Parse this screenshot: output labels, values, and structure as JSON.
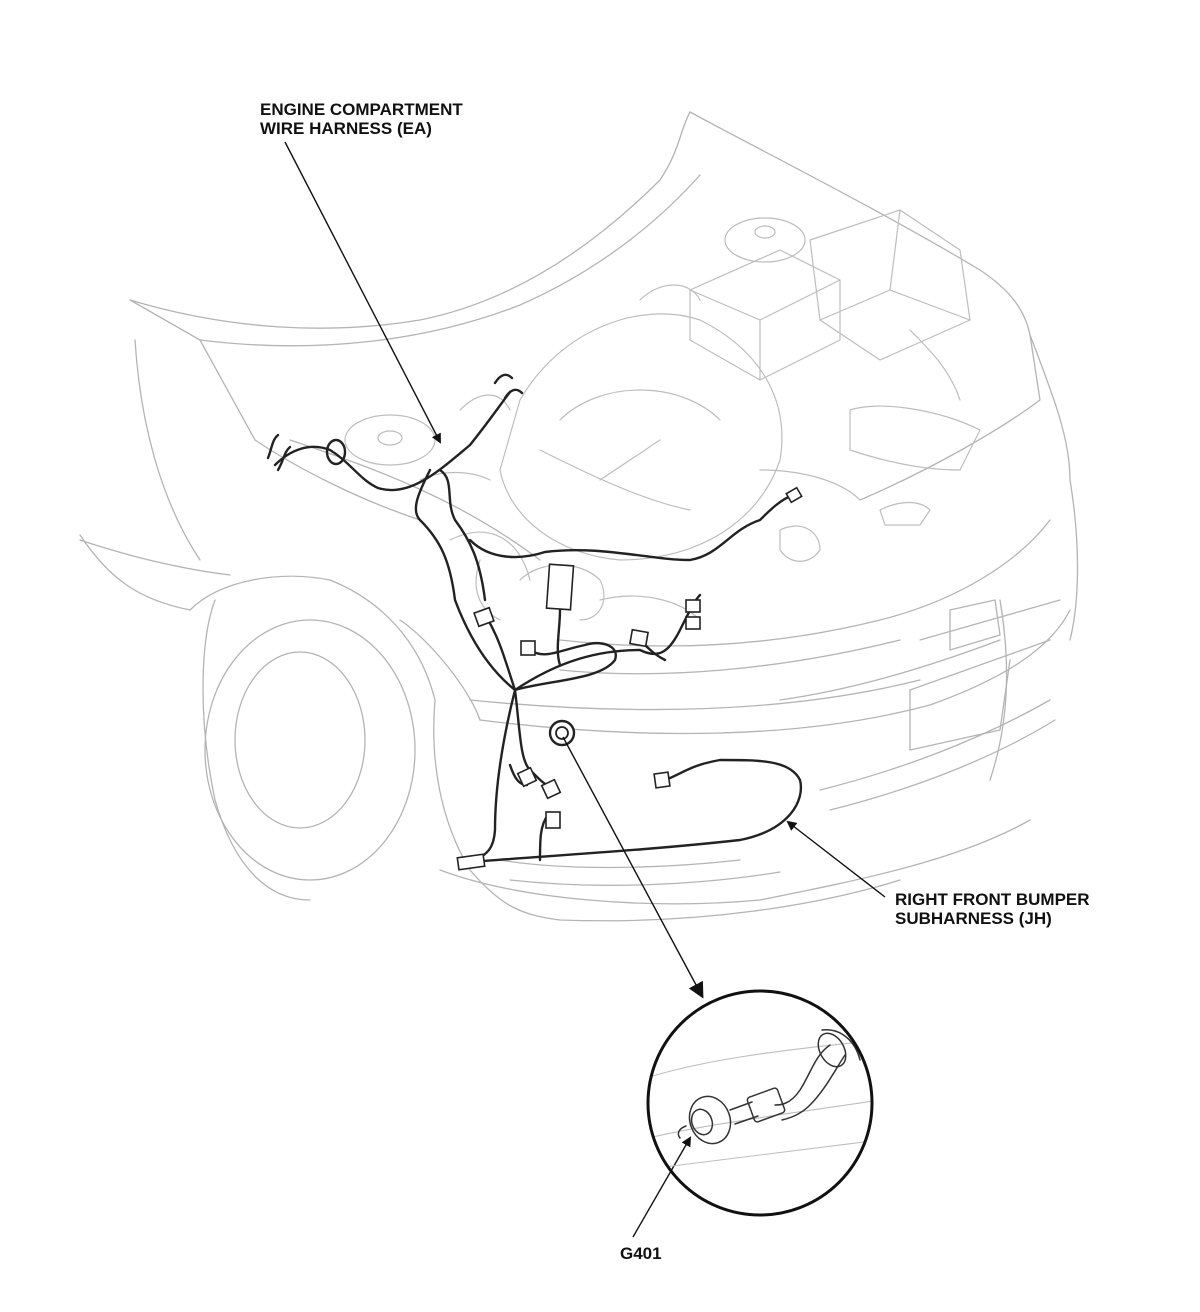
{
  "labels": {
    "ea_line1": "ENGINE COMPARTMENT",
    "ea_line2": "WIRE HARNESS (EA)",
    "jh_line1": "RIGHT FRONT BUMPER",
    "jh_line2": "SUBHARNESS (JH)",
    "ground": "G401"
  },
  "colors": {
    "body_outline": "#b4b4b4",
    "harness": "#222222",
    "callout": "#111111"
  }
}
